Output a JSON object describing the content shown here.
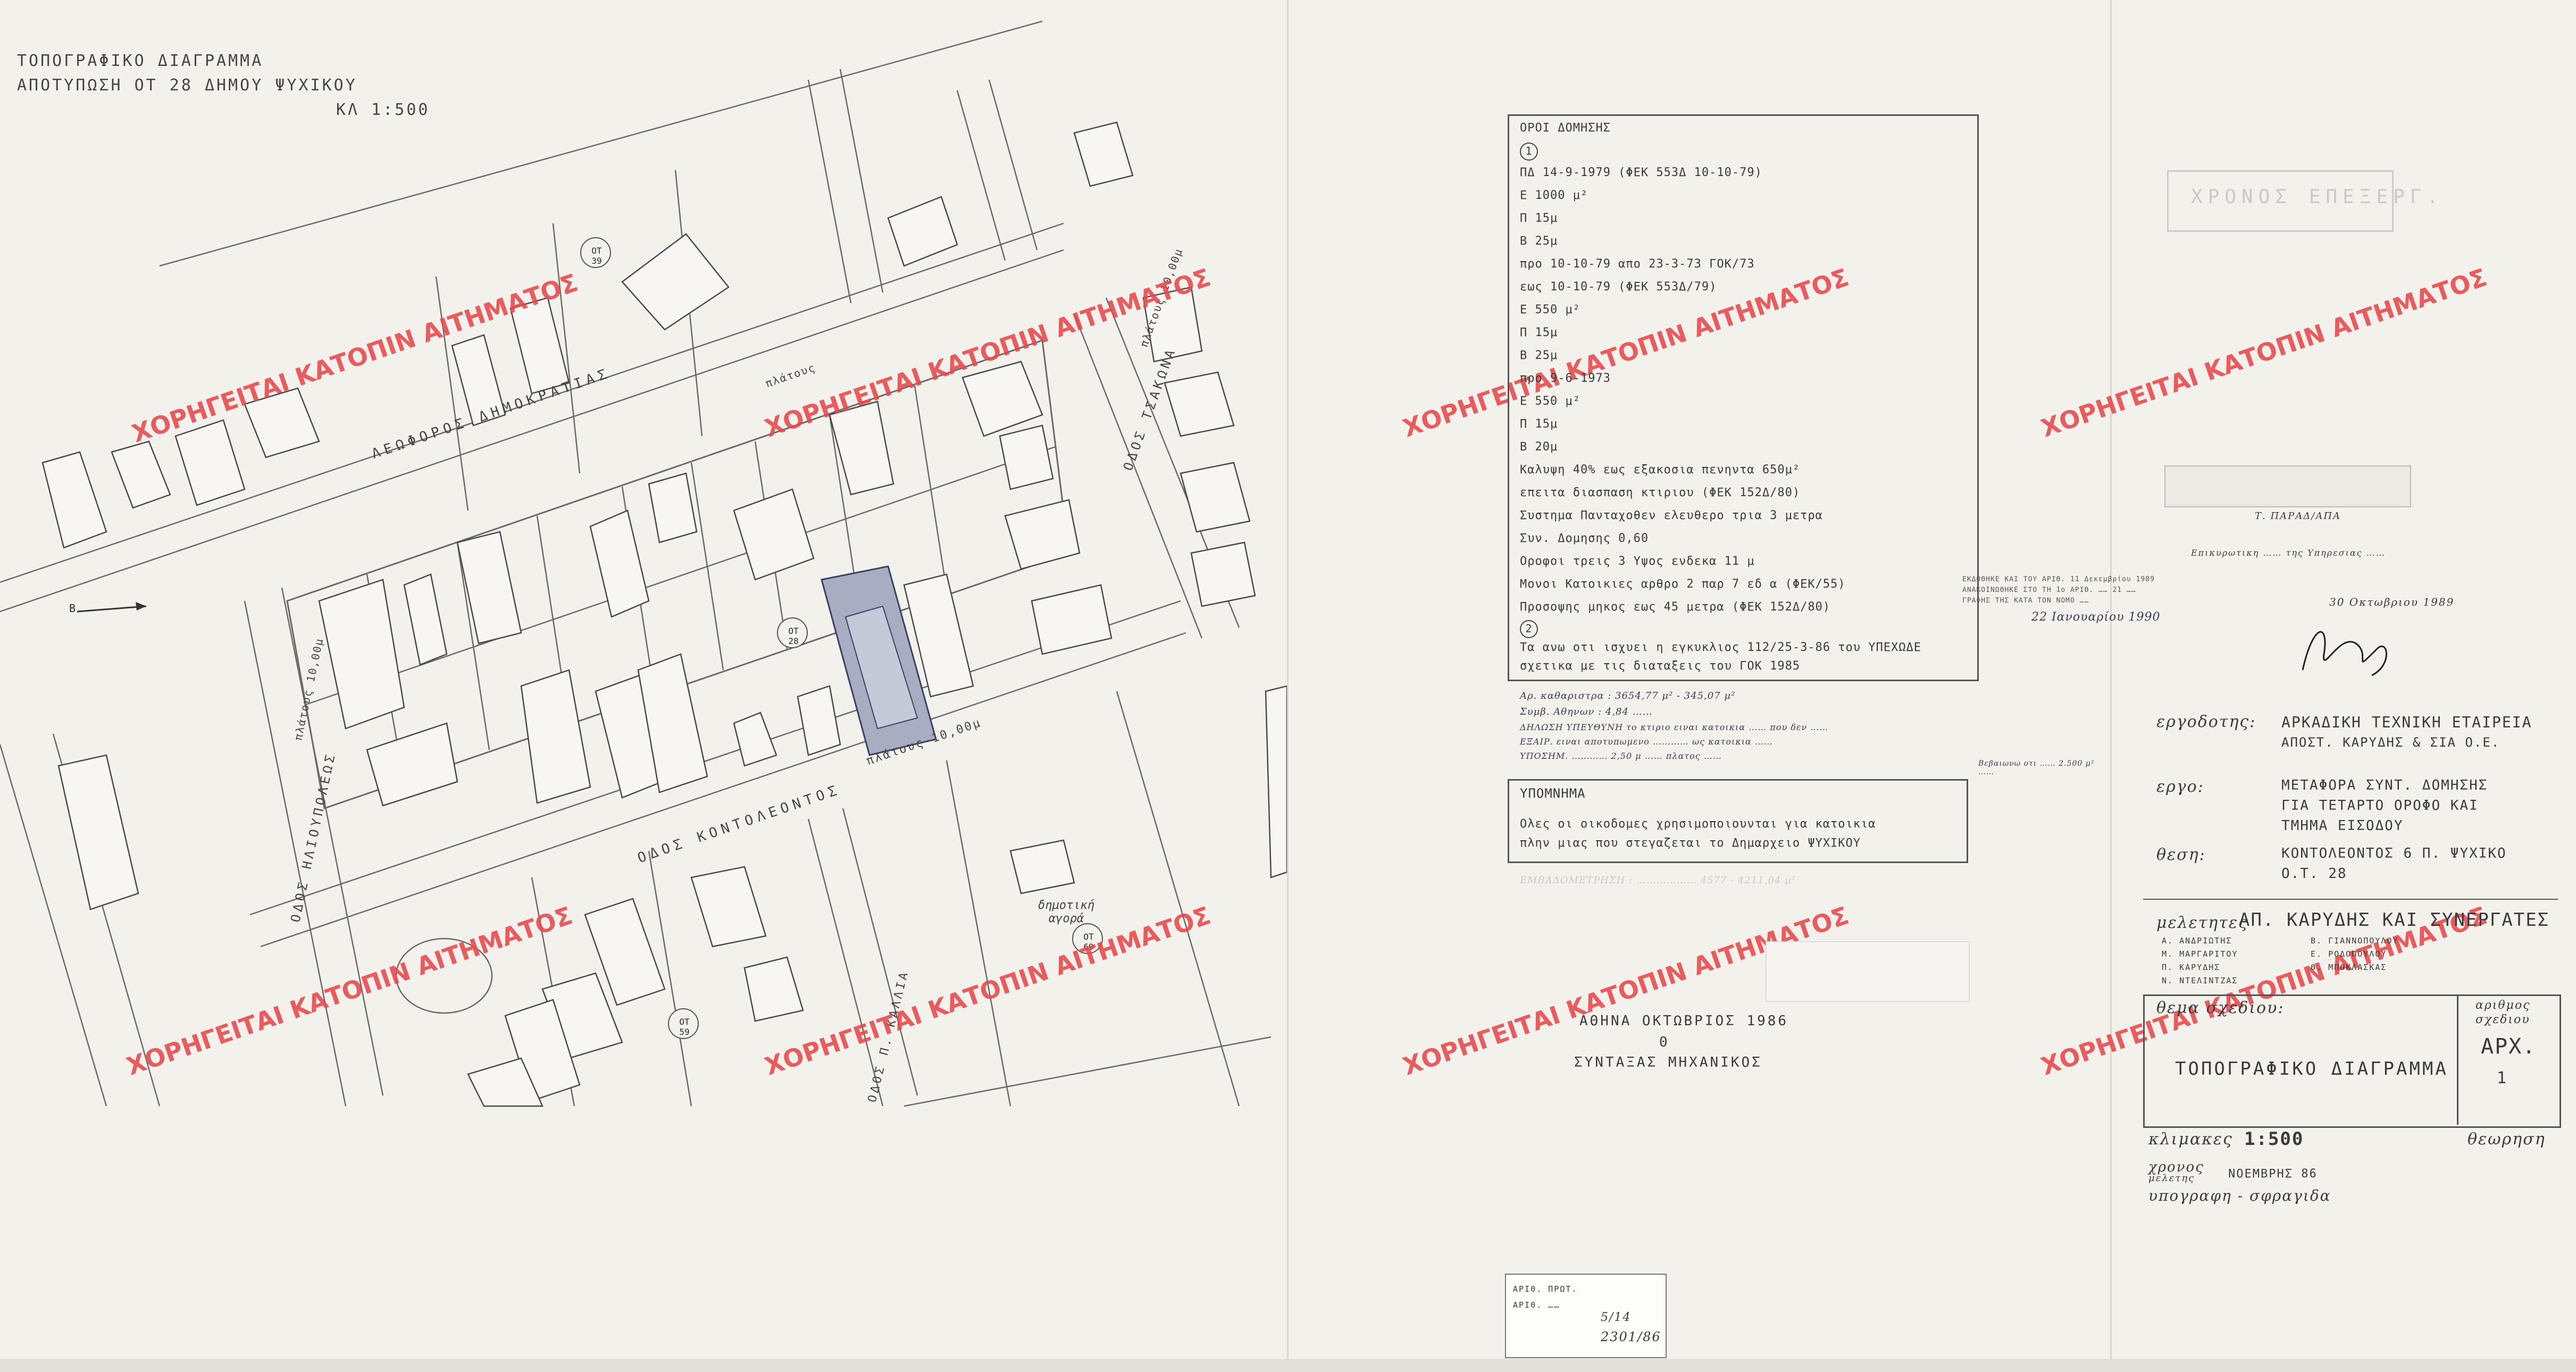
{
  "map": {
    "title_lines": [
      "ΤΟΠΟΓΡΑΦΙΚΟ ΔΙΑΓΡΑΜΜΑ",
      "ΑΠΟΤΥΠΩΣΗ ΟΤ 28 ΔΗΜΟΥ ΨΥΧΙΚΟΥ"
    ],
    "scale": "ΚΛ 1:500",
    "street_labels": {
      "dimokratias": "ΛΕΩΦΟΡΟΣ ΔΗΜΟΚΡΑΤΙΑΣ",
      "kontoleontos": "ΟΔΟΣ ΚΟΝΤΟΛΕΟΝΤΟΣ",
      "kontoleontos_width": "πλάτους 10,00μ",
      "tsakona": "ΟΔΟΣ ΤΣΑΚΩΝΑ",
      "tsakona_width": "πλάτους 10,00μ",
      "ilioupoleos": "ΟΔΟΣ ΗΛΙΟΥΠΟΛΕΩΣ",
      "ilioupoleos_width": "πλάτους 10,00μ",
      "p_kallia": "ΟΔΟΣ Π. ΚΑΛΛΙΑ",
      "platos": "πλάτους"
    },
    "block_labels": [
      "ΟΤ 39",
      "ΟΤ 28",
      "ΟΤ 69",
      "ΟΤ 59"
    ],
    "agora_label": "δημοτική αγορά",
    "north_label": "B"
  },
  "watermark_text": "ΧΟΡΗΓΕΙΤΑΙ ΚΑΤΟΠΙΝ ΑΙΤΗΜΑΤΟΣ",
  "terms": {
    "heading": "ΟΡΟΙ ΔΟΜΗΣΗΣ",
    "marker1": "1",
    "marker2": "2",
    "lines": [
      "ΠΔ 14-9-1979 (ΦΕΚ 553Δ 10-10-79)",
      "Ε 1000 μ²",
      "Π 15μ",
      "Β 25μ",
      "προ 10-10-79 απο 23-3-73 ΓΟΚ/73",
      "εως 10-10-79 (ΦΕΚ 553Δ/79)",
      "Ε 550 μ²",
      "Π 15μ",
      "Β 25μ",
      "προ 9-6-1973",
      "Ε 550 μ²",
      "Π 15μ",
      "Β 20μ",
      "Καλυψη 40% εως εξακοσια πενηντα 650μ²",
      "επειτα διασπαση κτιριου (ΦΕΚ 152Δ/80)",
      "Συστημα Πανταχοθεν ελευθερο τρια 3 μετρα",
      "Συν. Δομησης 0,60",
      "Οροφοι τρεις 3 Υψος ενδεκα 11 μ",
      "Μονοι Κατοικιες αρθρο 2 παρ 7 εδ α (ΦΕΚ/55)",
      "Προσοψης μηκος εως 45 μετρα (ΦΕΚ 152Δ/80)"
    ],
    "circular_note_1": "Τα ανω οτι ισχυει η εγκυκλιος 112/25-3-86 του ΥΠΕΧΩΔΕ",
    "circular_note_2": "σχετικα με τις διαταξεις του ΓΟΚ 1985",
    "hand_notes": [
      "Αρ. καθαριστρα : 3654,77 μ² - 345,07 μ²",
      "Συμβ. Αθηνων : 4,84 ……",
      "ΔΗΛΩΣΗ ΥΠΕΥΘΥΝΗ το κτιριο ειναι κατοικια …… που δεν ……",
      "ΕΞΑΙΡ. ειναι αποτυπωμενο ………… ως κατοικια ……",
      "ΥΠΟΣΗΜ. ………… 2,50 μ …… πλατος ……"
    ],
    "side_hand_note": "Βεβαιωνω οτι …… 2.500 μ² ……",
    "legend_title": "ΥΠΟΜΝΗΜΑ",
    "legend_text_1": "Ολες οι οικοδομες χρησιμοποιουνται για κατοικια",
    "legend_text_2": "πλην μιας που στεγαζεται το Δημαρχειο ΨΥΧΙΚΟΥ",
    "faint_line": "ΕΜΒΑΔΟΜΕΤΡΗΣΗ : ……………… 4577 - 4211,04 μ²",
    "place_date": "ΑΘΗΝΑ ΟΚΤΩΒΡΙΟΣ 1986",
    "signature_mark": "0",
    "composer": "ΣΥΝΤΑΞΑΣ ΜΗΧΑΝΙΚΟΣ"
  },
  "middle_stamp": {
    "line1": "ΕΚΔΟΘΗΚΕ ΚΑΙ ΤΟΥ ΑΡΙΘ. 11 Δεκεμβρίου 1989",
    "line2": "ΑΝΑΚΟΙΝΩΘΗΚΕ ΣΤΟ ΤΗ 1ο ΑΡΙΘ. …… 21 ……",
    "line3": "ΓΡΑΦΗΣ ΤΗΣ ΚΑΤΑ ΤΟΝ ΝΟΜΟ ……",
    "line4": "22 Ιανουαρίου 1990"
  },
  "right_panel": {
    "faint_title": "ΧΡΟΝΟΣ ΕΠΕΞΕΡΓ.",
    "approval_note_1": "Τ. ΠΑΡΑΔ/ΑΠΑ",
    "approval_note_2": "Επικυρωτικη …… της Υπηρεσιας ……",
    "approval_date": "30 Οκτωβριου 1989",
    "employer_label": "εργοδοτης:",
    "employer_value_1": "ΑΡΚΑΔΙΚΗ ΤΕΧΝΙΚΗ ΕΤΑΙΡΕΙΑ",
    "employer_value_2": "ΑΠΟΣΤ. ΚΑΡΥΔΗΣ & ΣΙΑ Ο.Ε.",
    "project_label": "εργο:",
    "project_value_1": "ΜΕΤΑΦΟΡΑ ΣΥΝΤ. ΔΟΜΗΣΗΣ",
    "project_value_2": "ΓΙΑ ΤΕΤΑΡΤΟ ΟΡΟΦΟ ΚΑΙ",
    "project_value_3": "ΤΜΗΜΑ ΕΙΣΟΔΟΥ",
    "site_label": "θεση:",
    "site_value_1": "ΚΟΝΤΟΛΕΟΝΤΟΣ 6 Π. ΨΥΧΙΚΟ",
    "site_value_2": "Ο.Τ. 28",
    "studies_label": "μελετητες",
    "studies_value": "ΑΠ. ΚΑΡΥΔΗΣ ΚΑΙ ΣΥΝΕΡΓΑΤΕΣ",
    "team": [
      [
        "Α. ΑΝΔΡΙΩΤΗΣ",
        "Β. ΓΙΑΝΝΟΠΟΥΛΟΥ"
      ],
      [
        "Μ. ΜΑΡΓΑΡΙΤΟΥ",
        "Ε. ΡΟΔΟΠΟΥΛΟΥ"
      ],
      [
        "Π. ΚΑΡΥΔΗΣ",
        "Θ. ΜΠΟΚΛΑΣΚΑΣ"
      ],
      [
        "Ν. ΝΤΕΛΙΝΤΖΑΣ",
        ""
      ]
    ],
    "drawing_subject_label": "θεμα σχεδιου:",
    "drawing_subject": "ΤΟΠΟΓΡΑΦΙΚΟ ΔΙΑΓΡΑΜΜΑ",
    "drawing_number_label_1": "αριθμος",
    "drawing_number_label_2": "σχεδιου",
    "drawing_number_1": "ΑΡΧ.",
    "drawing_number_2": "1",
    "scales_label": "κλιμακες",
    "scales_value": "1:500",
    "revision_label": "θεωρηση",
    "time_label": "χρονος",
    "time_sub": "μελετης",
    "time_value": "ΝΟΕΜΒΡΗΣ 86",
    "signature_label": "υπογραφη - σφραγιδα"
  },
  "bottom_stamp": {
    "line1": "ΑΡΙΘ. ΠΡΩΤ.",
    "line2": "ΑΡΙΘ. ……",
    "line3": "5/14",
    "line4": "2301/86"
  }
}
